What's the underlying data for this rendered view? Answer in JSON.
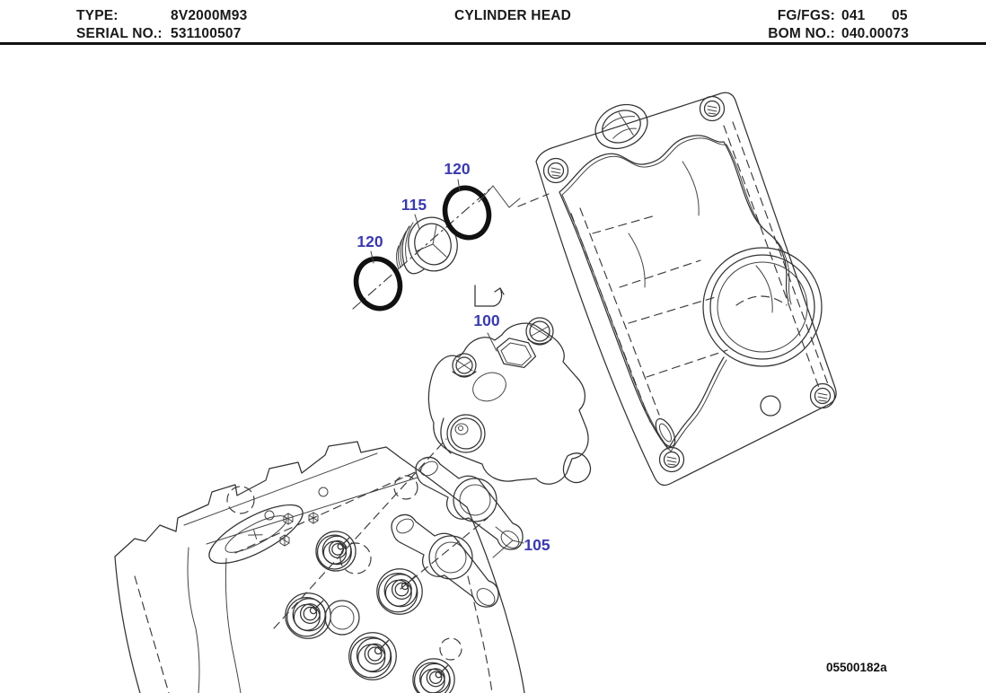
{
  "header": {
    "type_label": "TYPE:",
    "type_value": "8V2000M93",
    "serial_label": "SERIAL NO.:",
    "serial_value": "531100507",
    "title": "CYLINDER HEAD",
    "fg_label": "FG/FGS:",
    "fg_value_1": "041",
    "fg_value_2": "05",
    "bom_label": "BOM NO.:",
    "bom_value": "040.00073"
  },
  "diagram": {
    "drawing_number": "05500182a",
    "callout_color": "#3A3AAE",
    "callouts": [
      {
        "label": "120"
      },
      {
        "label": "115"
      },
      {
        "label": "120"
      },
      {
        "label": "100"
      },
      {
        "label": "105"
      }
    ]
  }
}
